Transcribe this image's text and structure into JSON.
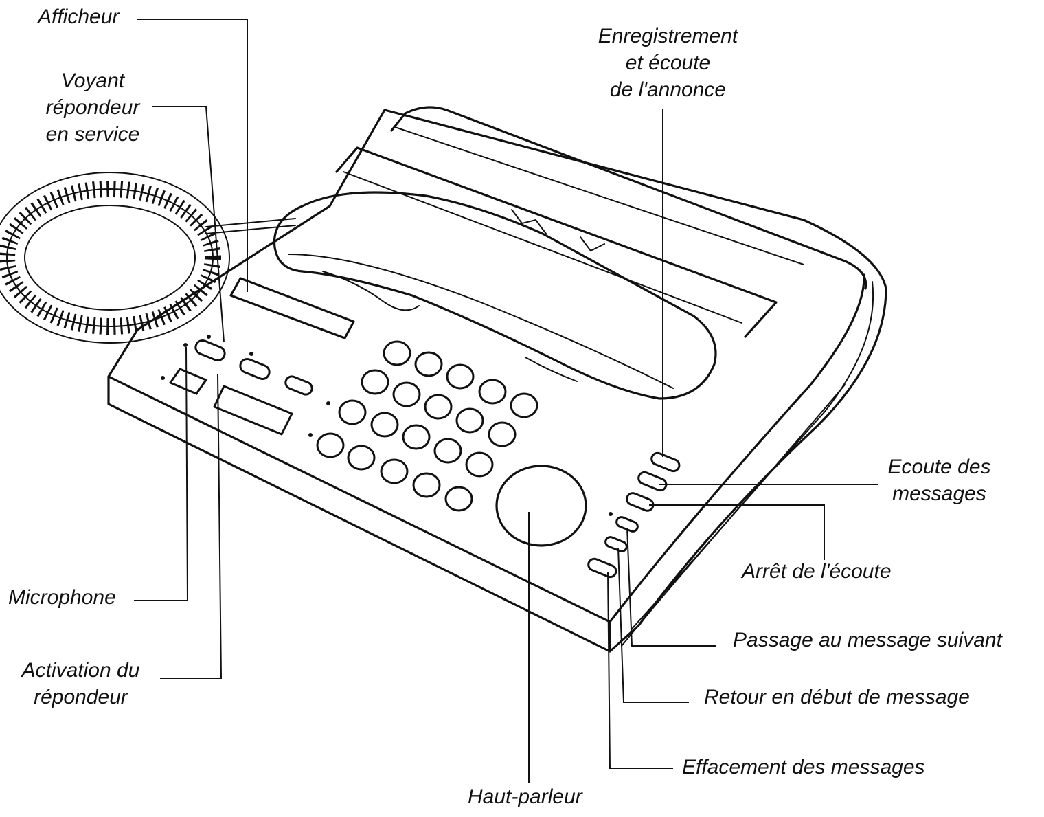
{
  "labels": {
    "afficheur": [
      "Afficheur"
    ],
    "voyant": [
      "Voyant",
      "répondeur",
      "en service"
    ],
    "enregistrement": [
      "Enregistrement",
      "et écoute",
      "de l'annonce"
    ],
    "ecoute": [
      "Ecoute des",
      "messages"
    ],
    "arret": [
      "Arrêt de l'écoute"
    ],
    "passage": [
      "Passage au message suivant"
    ],
    "retour": [
      "Retour en début de message"
    ],
    "effacement": [
      "Effacement des messages"
    ],
    "haut_parleur": [
      "Haut-parleur"
    ],
    "microphone": [
      "Microphone"
    ],
    "activation": [
      "Activation du",
      "répondeur"
    ]
  }
}
